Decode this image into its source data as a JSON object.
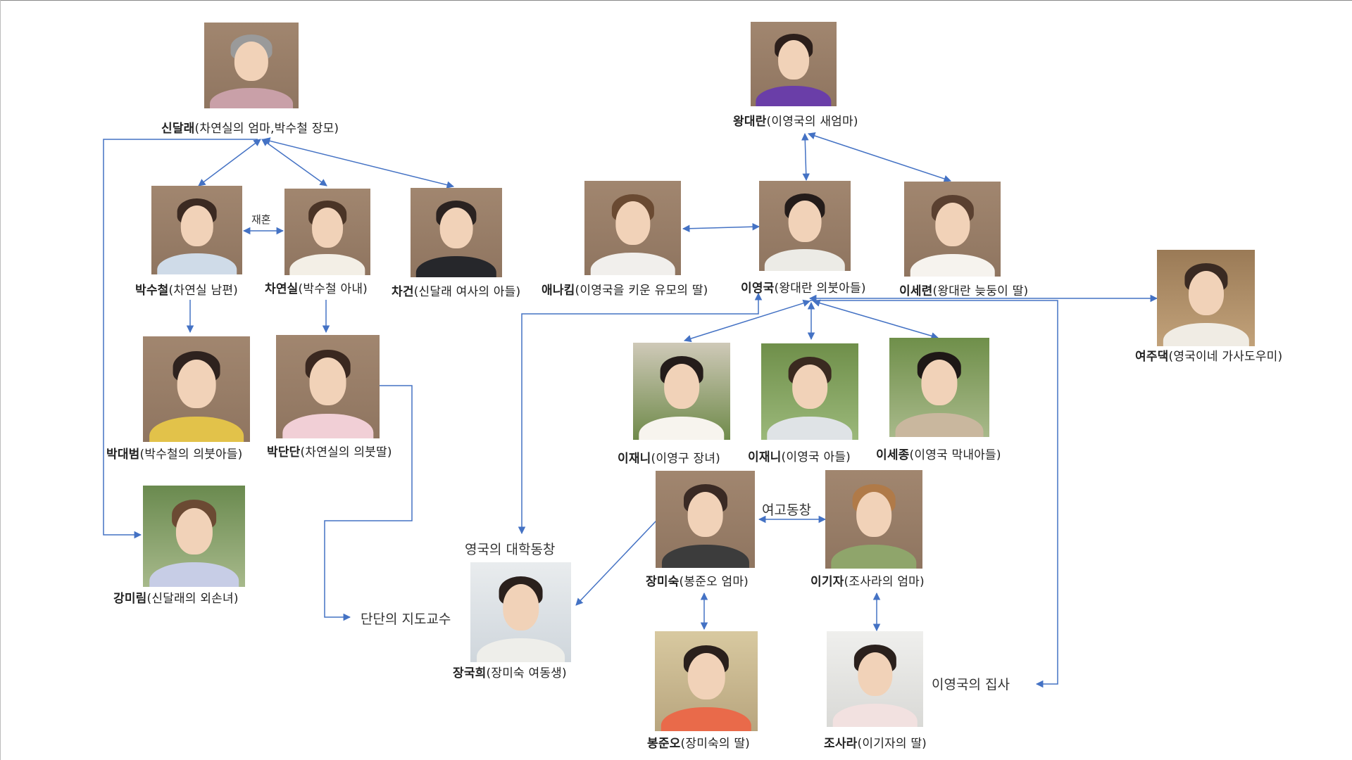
{
  "people": {
    "shin_dallae": {
      "name": "신달래",
      "role": "(차연실의 엄마,박수철 장모)"
    },
    "park_sucheol": {
      "name": "박수철",
      "role": "(차연실 남편)"
    },
    "cha_yeonsil": {
      "name": "차연실",
      "role": "(박수철 아내)"
    },
    "cha_geon": {
      "name": "차건",
      "role": "(신달래 여사의 아들)"
    },
    "park_daebeom": {
      "name": "박대범",
      "role": "(박수철의 의붓아들)"
    },
    "park_dandan": {
      "name": "박단단",
      "role": "(차연실의 의붓딸)"
    },
    "kang_mirim": {
      "name": "강미림",
      "role": "(신달래의 외손녀)"
    },
    "wang_daeran": {
      "name": "왕대란",
      "role": "(이영국의 새엄마)"
    },
    "anna_kim": {
      "name": "애나킴",
      "role": "(이영국을 키운 유모의 딸)"
    },
    "lee_yeongguk": {
      "name": "이영국",
      "role": "(왕대란 의붓아들)"
    },
    "lee_seryeon": {
      "name": "이세련",
      "role": "(왕대란 늦둥이 딸)"
    },
    "yeojudaek": {
      "name": "여주댁",
      "role": "(영국이네 가사도우미)"
    },
    "lee_jaeni_1": {
      "name": "이재니",
      "role": "(이영구 장녀)"
    },
    "lee_jaeni_2": {
      "name": "이재니",
      "role": "(이영국 아들)"
    },
    "lee_sejong": {
      "name": "이세종",
      "role": "(이영국 막내아들)"
    },
    "jang_misuk": {
      "name": "장미숙",
      "role": "(봉준오 엄마)"
    },
    "lee_gija": {
      "name": "이기자",
      "role": "(조사라의 엄마)"
    },
    "jang_gukhui": {
      "name": "장국희",
      "role": "(장미숙 여동생)"
    },
    "bong_juno": {
      "name": "봉준오",
      "role": "(장미숙의 딸)"
    },
    "jo_sara": {
      "name": "조사라",
      "role": "(이기자의 딸)"
    }
  },
  "notes": {
    "remarriage": "재혼",
    "classmates_hs": "여고동창",
    "university_classmate": "영국의 대학동창",
    "advisor": "단단의 지도교수",
    "butler": "이영국의 집사"
  },
  "colors": {
    "connector": "#4472c4"
  }
}
